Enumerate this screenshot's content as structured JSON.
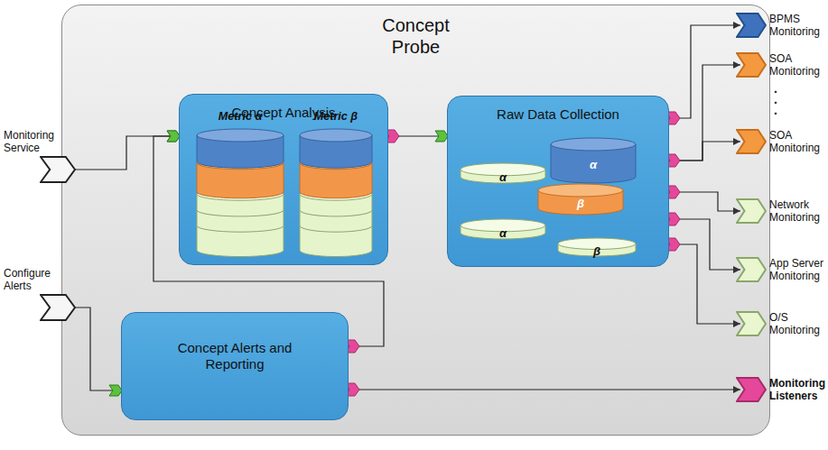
{
  "diagram": {
    "nodes": [
      {
        "text": [
          "Concept Probe"
        ]
      },
      {
        "text": [
          "Monitoring Service"
        ]
      },
      {
        "text": [
          "Configure Alerts"
        ]
      },
      {
        "text": [
          "Concept Analysis"
        ],
        "in": 0
      },
      {
        "text": [
          "Metric α"
        ],
        "in": 3
      },
      {
        "text": [
          "Metric β"
        ],
        "in": 3
      },
      {
        "text": [
          "Raw Data Collection"
        ],
        "in": 0
      },
      {
        "text": [
          "α"
        ],
        "in": 6
      },
      {
        "text": [
          "α"
        ],
        "in": 6
      },
      {
        "text": [
          "β"
        ],
        "in": 6
      },
      {
        "text": [
          "α"
        ],
        "in": 6
      },
      {
        "text": [
          "β"
        ],
        "in": 6
      },
      {
        "text": [
          "Concept Alerts and Reporting"
        ],
        "in": 0
      },
      {
        "text": [
          "BPMS Monitoring"
        ]
      },
      {
        "text": [
          "SOA Monitoring"
        ]
      },
      {
        "text": [
          "SOA Monitoring"
        ]
      },
      {
        "text": [
          "Network Monitoring"
        ]
      },
      {
        "text": [
          "App Server Monitoring"
        ]
      },
      {
        "text": [
          "O/S Monitoring"
        ]
      },
      {
        "text": [
          "Monitoring Listeners"
        ]
      }
    ],
    "edges": [
      {
        "from": 1,
        "to": 3,
        "arrow": "to"
      },
      {
        "from": 2,
        "to": 12,
        "arrow": "to"
      },
      {
        "from": 12,
        "to": 3,
        "arrow": "to"
      },
      {
        "from": 3,
        "to": 6,
        "arrow": "to"
      },
      {
        "from": 6,
        "to": 13,
        "arrow": "to"
      },
      {
        "from": 6,
        "to": 14,
        "arrow": "to"
      },
      {
        "from": 6,
        "to": 15,
        "arrow": "to"
      },
      {
        "from": 6,
        "to": 16,
        "arrow": "to"
      },
      {
        "from": 6,
        "to": 17,
        "arrow": "to"
      },
      {
        "from": 6,
        "to": 18,
        "arrow": "to"
      },
      {
        "from": 12,
        "to": 19,
        "arrow": "to"
      }
    ],
    "labels": [
      ".",
      ".",
      "."
    ]
  }
}
